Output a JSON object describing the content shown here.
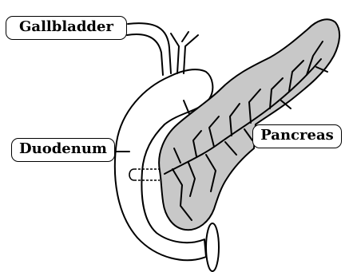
{
  "labels": {
    "gallbladder": "Gallbladder",
    "duodenum": "Duodenum",
    "pancreas": "Pancreas"
  },
  "colors": {
    "pancreas_fill": "#c8c8c8",
    "outline": "#000000",
    "background": "#ffffff"
  }
}
